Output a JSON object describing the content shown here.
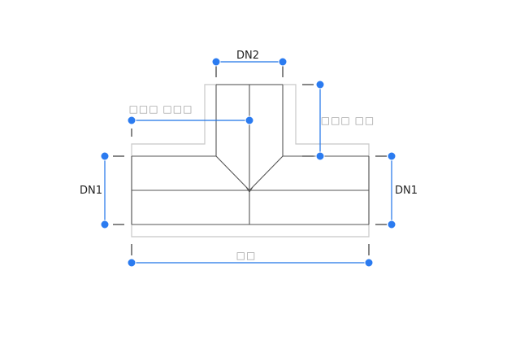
{
  "labels": {
    "dn2": "DN2",
    "dn1_left": "DN1",
    "dn1_right": "DN1",
    "center_to_end": "□□□ □□□",
    "branch_length": "□□□ □□",
    "total_length": "□□"
  },
  "colors": {
    "dimension": "#1e73e8",
    "handle": "#2b7bf0",
    "outline": "#c8c8c8",
    "pipe": "#555555"
  }
}
